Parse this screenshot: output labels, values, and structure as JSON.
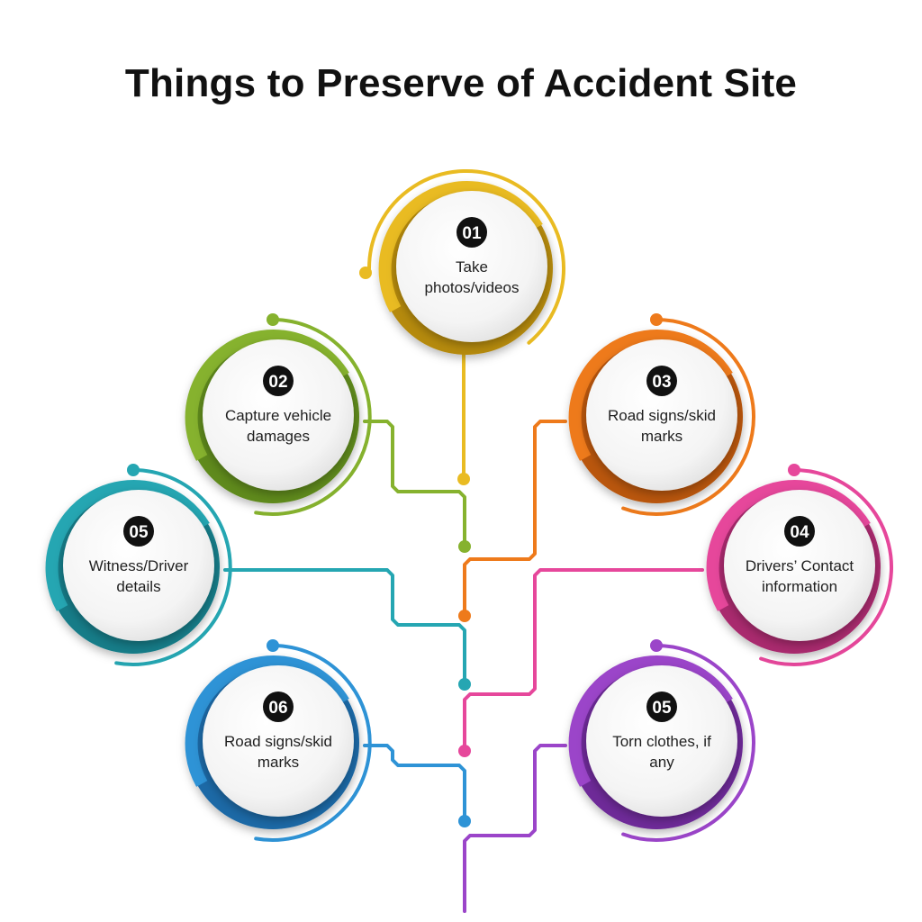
{
  "title": "Things to Preserve of Accident Site",
  "items": [
    {
      "number": "01",
      "lines": [
        "Take",
        "photos/videos"
      ],
      "color": "#E9BB22",
      "colorDark": "#B58A10"
    },
    {
      "number": "02",
      "lines": [
        "Capture vehicle",
        "damages"
      ],
      "color": "#86B22E",
      "colorDark": "#5E8A1A"
    },
    {
      "number": "03",
      "lines": [
        "Road signs/skid",
        "marks"
      ],
      "color": "#EE7A1B",
      "colorDark": "#B9560A"
    },
    {
      "number": "05",
      "lines": [
        "Witness/Driver",
        "details"
      ],
      "color": "#25A6B2",
      "colorDark": "#137C88"
    },
    {
      "number": "04",
      "lines": [
        "Drivers’ Contact",
        "information"
      ],
      "color": "#E6479B",
      "colorDark": "#A92A6E"
    },
    {
      "number": "06",
      "lines": [
        "Road signs/skid",
        "marks"
      ],
      "color": "#2E93D6",
      "colorDark": "#1B69A6"
    },
    {
      "number": "05",
      "lines": [
        "Torn clothes, if",
        "any"
      ],
      "color": "#9B45C9",
      "colorDark": "#6E2A98"
    }
  ]
}
